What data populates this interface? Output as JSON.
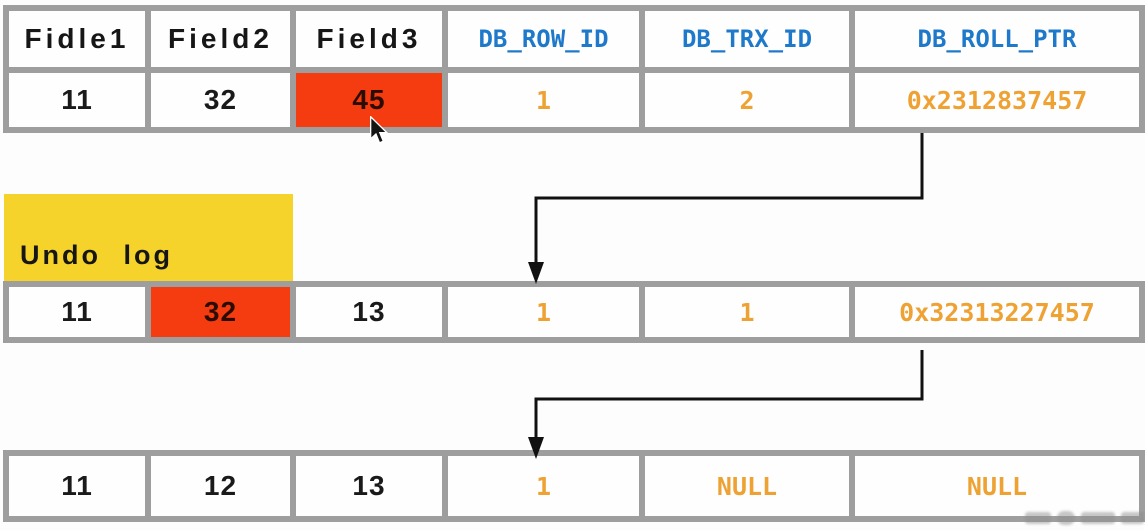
{
  "colors": {
    "header_blue": "#1e79cb",
    "value_orange": "#eda233",
    "highlight_red": "#f53b10",
    "undo_log_yellow": "#f6d32b",
    "grid_gray": "#9e9e9e"
  },
  "current_row_table": {
    "headers": [
      "Fidle1",
      "Field2",
      "Field3",
      "DB_ROW_ID",
      "DB_TRX_ID",
      "DB_ROLL_PTR"
    ],
    "values": [
      "11",
      "32",
      "45",
      "1",
      "2",
      "0x2312837457"
    ],
    "highlighted_value": "45"
  },
  "undo_log": {
    "label": "Undo log",
    "version_1": [
      "11",
      "32",
      "13",
      "1",
      "1",
      "0x32313227457"
    ],
    "version_1_highlighted_value": "32",
    "version_2": [
      "11",
      "12",
      "13",
      "1",
      "NULL",
      "NULL"
    ]
  }
}
